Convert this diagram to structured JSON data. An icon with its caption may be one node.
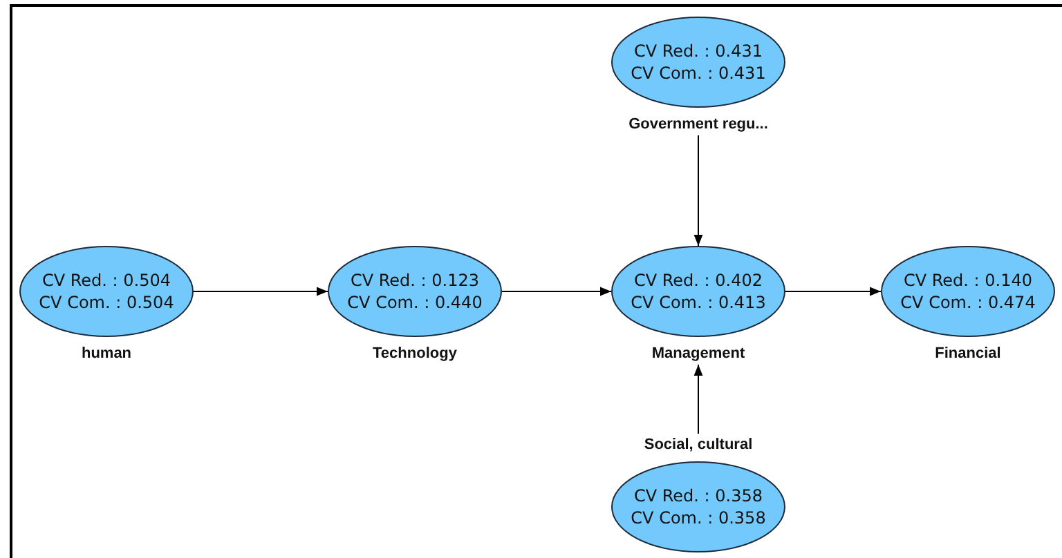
{
  "diagram": {
    "nodes": [
      {
        "text": [
          "CV Red. : 0.431",
          "CV Com. : 0.431",
          "Government regu..."
        ]
      },
      {
        "text": [
          "CV Red. : 0.504",
          "CV Com. : 0.504",
          "human"
        ]
      },
      {
        "text": [
          "CV Red. : 0.123",
          "CV Com. : 0.440",
          "Technology"
        ]
      },
      {
        "text": [
          "CV Red. : 0.402",
          "CV Com. : 0.413",
          "Management"
        ]
      },
      {
        "text": [
          "CV Red. : 0.140",
          "CV Com. : 0.474",
          "Financial"
        ]
      },
      {
        "text": [
          "Social, cultural",
          "CV Red. : 0.358",
          "CV Com. : 0.358"
        ]
      }
    ],
    "edges": [
      {
        "from": 1,
        "to": 2,
        "arrow": "to"
      },
      {
        "from": 2,
        "to": 3,
        "arrow": "to"
      },
      {
        "from": 3,
        "to": 4,
        "arrow": "to"
      },
      {
        "from": 0,
        "to": 3,
        "arrow": "to"
      },
      {
        "from": 5,
        "to": 3,
        "arrow": "to"
      }
    ]
  }
}
